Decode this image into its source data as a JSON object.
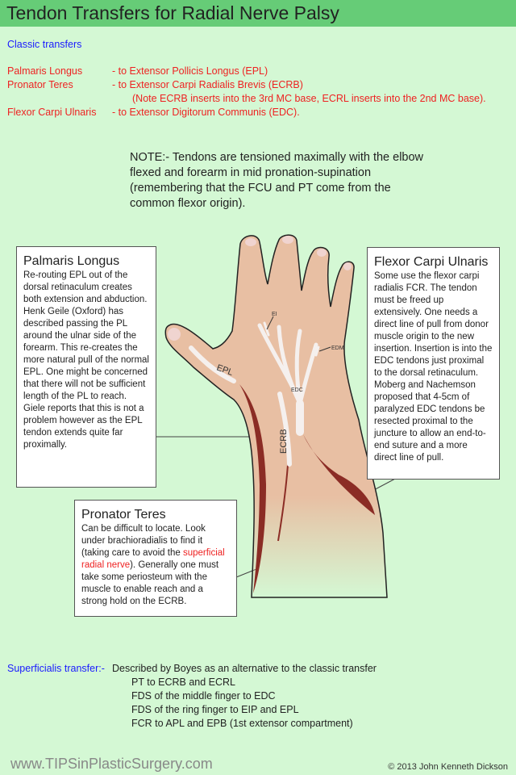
{
  "title": "Tendon Transfers for Radial Nerve Palsy",
  "classic": {
    "heading": "Classic transfers",
    "rows": [
      {
        "donor": "Palmaris Longus",
        "target": "- to Extensor Pollicis Longus (EPL)"
      },
      {
        "donor": "Pronator Teres",
        "target": "- to Extensor Carpi Radialis Brevis (ECRB)"
      },
      {
        "donor": "",
        "target": "(Note ECRB inserts into the 3rd MC base, ECRL inserts into the 2nd MC base)."
      },
      {
        "donor": "Flexor Carpi Ulnaris",
        "target": "- to Extensor Digitorum Communis (EDC)."
      }
    ]
  },
  "note": [
    "NOTE:- Tendons are tensioned maximally with the elbow",
    "flexed and forearm in mid pronation-supination",
    "(remembering that the FCU and PT come from the",
    "common flexor origin)."
  ],
  "diagram_labels": {
    "ei": "EI",
    "edm": "EDM",
    "epl": "EPL",
    "edc": "EDC",
    "ecrb": "ECRB"
  },
  "palmaris_box": {
    "heading": "Palmaris Longus",
    "text": "Re-routing EPL out of the dorsal retinaculum creates both extension and abduction. Henk Geile (Oxford) has described passing the PL around the ulnar side of the forearm. This re-creates the more natural pull of the normal EPL. One might be concerned that there will not be sufficient length of the PL to reach. Giele reports that this is not a problem however as the EPL tendon extends quite far proximally."
  },
  "fcu_box": {
    "heading": "Flexor Carpi Ulnaris",
    "text": "Some use the flexor carpi radialis FCR. The tendon must be freed up extensively. One needs a direct line of pull from donor muscle origin to the new insertion. Insertion is into the EDC tendons just proximal to the dorsal retinaculum. Moberg and Nachemson proposed that 4-5cm of paralyzed EDC tendons be resected proximal to the juncture to allow an end-to-end suture and a more direct line of pull."
  },
  "pronator_box": {
    "heading": "Pronator Teres",
    "text_before": "Can be difficult to locate. Look under brachioradialis to find it (taking care to avoid the ",
    "highlight": "superficial radial nerve",
    "text_after": "). Generally one must take some periosteum with the muscle to enable reach and a strong hold on the ECRB."
  },
  "superficialis": {
    "heading": "Superficialis transfer:-",
    "lines": [
      "Described by Boyes as an alternative to the classic transfer",
      "PT to ECRB and ECRL",
      "FDS of the middle finger to EDC",
      "FDS of the ring finger to EIP and EPL",
      "FCR to APL and EPB (1st extensor compartment)"
    ]
  },
  "footer": {
    "url": "www.TIPSinPlasticSurgery.com",
    "copyright": "© 2013 John Kenneth Dickson"
  },
  "colors": {
    "title_bar": "#66cc77",
    "background": "#d4f8d4",
    "skin": "#e8bfa3",
    "muscle": "#8b2c25",
    "tendon": "#f5f0ee"
  }
}
